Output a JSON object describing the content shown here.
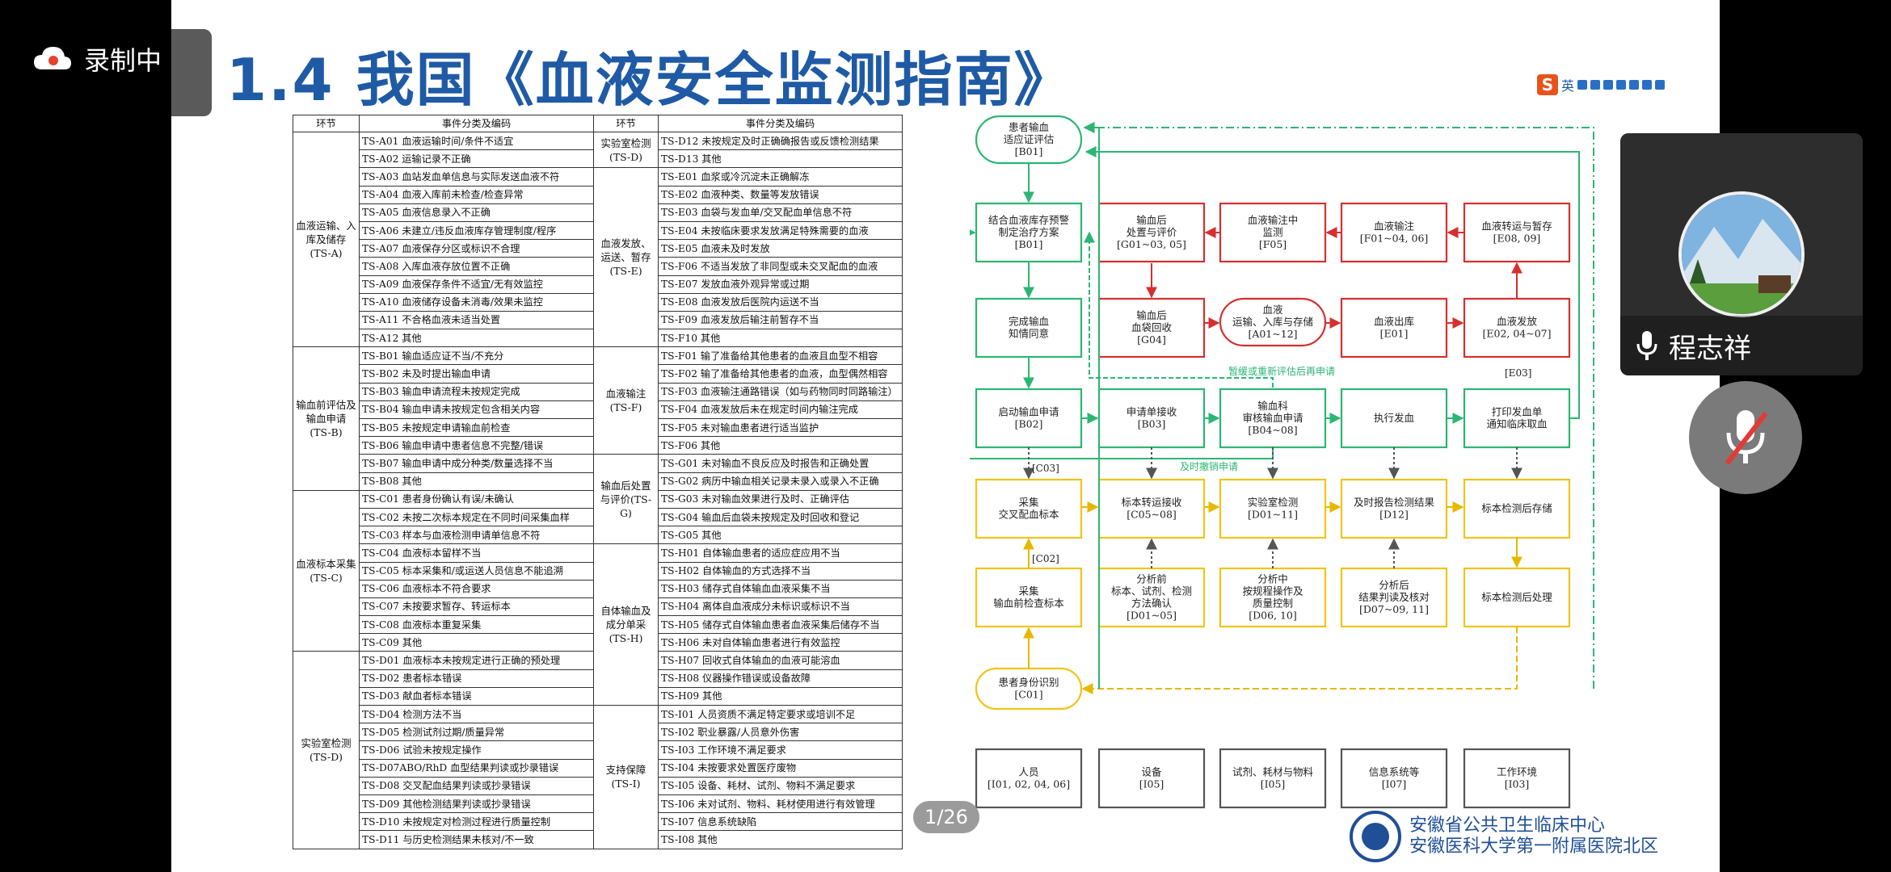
{
  "slide": {
    "title": "1.4 我国《血液安全监测指南》",
    "page_indicator": "1/26",
    "ime_label": "英"
  },
  "recording": {
    "label": "录制中"
  },
  "participant": {
    "name": "程志祥"
  },
  "table": {
    "headers": [
      "环节",
      "事件分类及编码",
      "环节",
      "事件分类及编码"
    ],
    "left_sections": [
      {
        "name": "血液运输、入库及储存(TS-A)",
        "items": [
          "TS-A01 血液运输时间/条件不适宜",
          "TS-A02 运输记录不正确",
          "TS-A03 血站发血单信息与实际发送血液不符",
          "TS-A04 血液入库前未检查/检查异常",
          "TS-A05 血液信息录入不正确",
          "TS-A06 未建立/违反血液库存管理制度/程序",
          "TS-A07 血液保存分区或标识不合理",
          "TS-A08 入库血液存放位置不正确",
          "TS-A09 血液保存条件不适宜/无有效监控",
          "TS-A10 血液储存设备未消毒/效果未监控",
          "TS-A11 不合格血液未适当处置",
          "TS-A12 其他"
        ]
      },
      {
        "name": "输血前评估及输血申请(TS-B)",
        "items": [
          "TS-B01 输血适应证不当/不充分",
          "TS-B02 未及时提出输血申请",
          "TS-B03 输血申请流程未按规定完成",
          "TS-B04 输血申请未按规定包含相关内容",
          "TS-B05 未按规定申请输血前检查",
          "TS-B06 输血申请中患者信息不完整/错误",
          "TS-B07 输血申请中成分种类/数量选择不当",
          "TS-B08 其他"
        ]
      },
      {
        "name": "血液标本采集 (TS-C)",
        "items": [
          "TS-C01 患者身份确认有误/未确认",
          "TS-C02 未按二次标本规定在不同时间采集血样",
          "TS-C03 样本与血液检测申请单信息不符",
          "TS-C04 血液标本留样不当",
          "TS-C05 标本采集和/或运送人员信息不能追溯",
          "TS-C06 血液标本不符合要求",
          "TS-C07 未按要求暂存、转运标本",
          "TS-C08 血液标本重复采集",
          "TS-C09 其他"
        ]
      },
      {
        "name": "实验室检测(TS-D)",
        "items": [
          "TS-D01 血液标本未按规定进行正确的预处理",
          "TS-D02 患者标本错误",
          "TS-D03 献血者标本错误",
          "TS-D04 检测方法不当",
          "TS-D05 检测试剂过期/质量异常",
          "TS-D06 试验未按规定操作",
          "TS-D07ABO/RhD 血型结果判读或抄录错误",
          "TS-D08 交叉配血结果判读或抄录错误",
          "TS-D09 其他检测结果判读或抄录错误",
          "TS-D10 未按规定对检测过程进行质量控制",
          "TS-D11 与历史检测结果未核对/不一致"
        ]
      }
    ],
    "right_sections": [
      {
        "name": "实验室检测(TS-D)",
        "items": [
          "TS-D12 未按规定及时正确确报告或反馈检测结果",
          "TS-D13 其他"
        ]
      },
      {
        "name": "血液发放、运送、暂存(TS-E)",
        "items": [
          "TS-E01 血浆或冷沉淀未正确解冻",
          "TS-E02 血液种类、数量等发放错误",
          "TS-E03 血袋与发血单/交叉配血单信息不符",
          "TS-E04 未按临床要求发放满足特殊需要的血液",
          "TS-E05 血液未及时发放",
          "TS-F06 不适当发放了非同型或未交叉配血的血液",
          "TS-E07 发放血液外观异常或过期",
          "TS-E08 血液发放后医院内运送不当",
          "TS-F09 血液发放后输注前暂存不当",
          "TS-F10 其他"
        ]
      },
      {
        "name": "血液输注(TS-F)",
        "items": [
          "TS-F01 输了准备给其他患者的血液且血型不相容",
          "TS-F02 输了准备给其他患者的血液，血型偶然相容",
          "TS-F03 血液输注通路错误（如与药物同时同路输注）",
          "TS-F04 血液发放后未在规定时间内输注完成",
          "TS-F05 未对输血患者进行适当监护",
          "TS-F06 其他"
        ]
      },
      {
        "name": "输血后处置与评价(TS-G)",
        "items": [
          "TS-G01 未对输血不良反应及时报告和正确处置",
          "TS-G02 病历中输血相关记录未录入或录入不正确",
          "TS-G03 未对输血效果进行及时、正确评估",
          "TS-G04 输血后血袋未按规定及时回收和登记",
          "TS-G05 其他"
        ]
      },
      {
        "name": "自体输血及成分单采(TS-H)",
        "items": [
          "TS-H01 自体输血患者的适应症应用不当",
          "TS-H02 自体输血的方式选择不当",
          "TS-H03 储存式自体输血血液采集不当",
          "TS-H04 离体自血液成分未标识或标识不当",
          "TS-H05 储存式自体输血患者血液采集后储存不当",
          "TS-H06 未对自体输血患者进行有效监控",
          "TS-H07 回收式自体输血的血液可能溶血",
          "TS-H08 仪器操作错误或设备故障",
          "TS-H09 其他"
        ]
      },
      {
        "name": "支持保障(TS-I)",
        "items": [
          "TS-I01 人员资质不满足特定要求或培训不足",
          "TS-I02 职业暴露/人员意外伤害",
          "TS-I03 工作环境不满足要求",
          "TS-I04 未按要求处置医疗废物",
          "TS-I05 设备、耗材、试剂、物料不满足要求",
          "TS-I06 未对试剂、物料、耗材使用进行有效管理",
          "TS-I07 信息系统缺陷",
          "TS-I08 其他"
        ]
      }
    ]
  },
  "flow": {
    "green": [
      {
        "id": "g1",
        "lines": [
          "患者输血",
          "适应证评估",
          "[B01]"
        ]
      },
      {
        "id": "g2",
        "lines": [
          "结合血液库存预警",
          "制定治疗方案",
          "[B01]"
        ]
      },
      {
        "id": "g3",
        "lines": [
          "完成输血",
          "知情同意"
        ]
      },
      {
        "id": "g4",
        "lines": [
          "启动输血申请",
          "[B02]"
        ]
      },
      {
        "id": "g5",
        "lines": [
          "申请单接收",
          "[B03]"
        ]
      },
      {
        "id": "g6",
        "lines": [
          "输血科",
          "审核输血申请",
          "[B04~08]"
        ]
      },
      {
        "id": "g7",
        "lines": [
          "执行发血"
        ]
      },
      {
        "id": "g8",
        "lines": [
          "打印发血单",
          "通知临床取血"
        ]
      }
    ],
    "red": [
      {
        "id": "r1",
        "lines": [
          "输血后",
          "处置与评价",
          "[G01~03, 05]"
        ]
      },
      {
        "id": "r2",
        "lines": [
          "血液输注中",
          "监测",
          "[F05]"
        ]
      },
      {
        "id": "r3",
        "lines": [
          "血液输注",
          "[F01~04, 06]"
        ]
      },
      {
        "id": "r4",
        "lines": [
          "血液转运与暂存",
          "[E08, 09]"
        ]
      },
      {
        "id": "r5",
        "lines": [
          "输血后",
          "血袋回收",
          "[G04]"
        ]
      },
      {
        "id": "r6",
        "lines": [
          "血液",
          "运输、入库与存储",
          "[A01~12]"
        ]
      },
      {
        "id": "r7",
        "lines": [
          "血液出库",
          "[E01]"
        ]
      },
      {
        "id": "r8",
        "lines": [
          "血液发放",
          "[E02, 04~07]"
        ]
      }
    ],
    "yellow": [
      {
        "id": "y1",
        "lines": [
          "采集",
          "交叉配血标本"
        ]
      },
      {
        "id": "y2",
        "lines": [
          "标本转运接收",
          "[C05~08]"
        ]
      },
      {
        "id": "y3",
        "lines": [
          "实验室检测",
          "[D01~11]"
        ]
      },
      {
        "id": "y4",
        "lines": [
          "及时报告检测结果",
          "[D12]"
        ]
      },
      {
        "id": "y5",
        "lines": [
          "标本检测后存储"
        ]
      },
      {
        "id": "y6",
        "lines": [
          "采集",
          "输血前检查标本"
        ]
      },
      {
        "id": "y7",
        "lines": [
          "分析前",
          "标本、试剂、检测",
          "方法确认",
          "[D01~05]"
        ]
      },
      {
        "id": "y8",
        "lines": [
          "分析中",
          "按规程操作及",
          "质量控制",
          "[D06, 10]"
        ]
      },
      {
        "id": "y9",
        "lines": [
          "分析后",
          "结果判读及核对",
          "[D07~09, 11]"
        ]
      },
      {
        "id": "y10",
        "lines": [
          "标本检测后处理"
        ]
      },
      {
        "id": "y11",
        "lines": [
          "患者身份识别",
          "[C01]"
        ]
      }
    ],
    "gray": [
      {
        "id": "s1",
        "lines": [
          "人员",
          "[I01, 02, 04, 06]"
        ]
      },
      {
        "id": "s2",
        "lines": [
          "设备",
          "[I05]"
        ]
      },
      {
        "id": "s3",
        "lines": [
          "试剂、耗材与物料",
          "[I05]"
        ]
      },
      {
        "id": "s4",
        "lines": [
          "信息系统等",
          "[I07]"
        ]
      },
      {
        "id": "s5",
        "lines": [
          "工作环境",
          "[I03]"
        ]
      }
    ],
    "labels": {
      "c03": "[C03]",
      "c02": "[C02]",
      "e03": "[E03]",
      "reassess": "暂缓或重新评估后再申请",
      "cancel": "及时撤销申请"
    }
  },
  "institution": {
    "line1": "安徽省公共卫生临床中心",
    "line2": "安徽医科大学第一附属医院北区"
  }
}
